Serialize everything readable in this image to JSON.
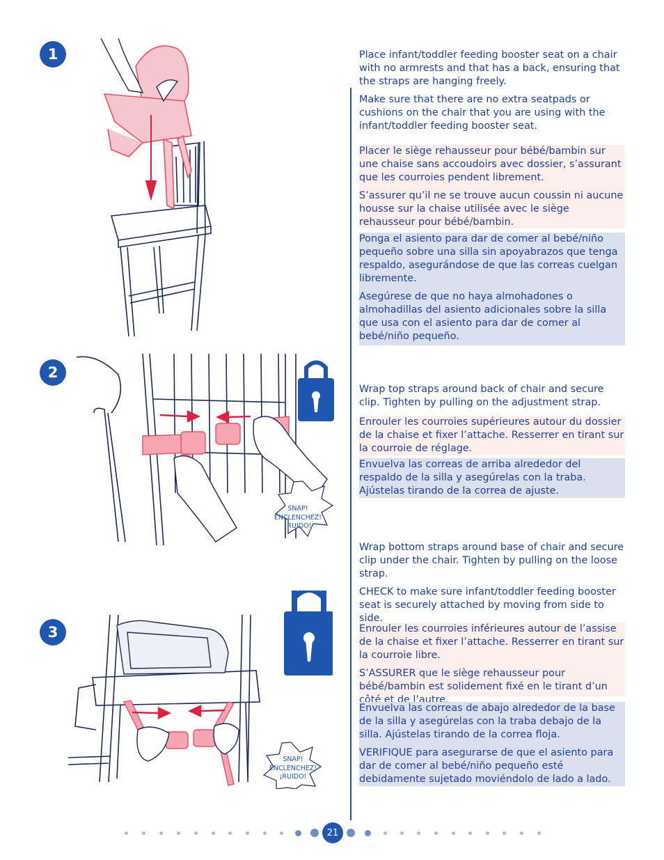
{
  "steps": [
    {
      "number": "1",
      "en": [
        "Place infant/toddler feeding booster seat on a chair with no armrests and that has a back, ensuring that the straps are hanging freely.",
        "Make sure that there are no extra seatpads or cushions on the chair that you are using with the infant/toddler feeding booster seat."
      ],
      "fr": [
        "Placer le siège rehausseur pour bébé/bambin sur une chaise sans accoudoirs avec dossier, s’assurant que les courroies pendent librement.",
        "S’assurer qu’il ne se trouve aucun coussin ni aucune housse sur la chaise utilisée avec le siège rehausseur pour bébé/bambin."
      ],
      "es": [
        "Ponga el asiento para dar de comer al bebé/niño pequeño sobre una silla sin apoyabrazos que tenga respaldo, asegurándose de que las correas cuelgan libremente.",
        "Asegúrese de que no haya almohadones o almohadillas del asiento adicionales sobre la silla que usa con el asiento para dar de comer al bebé/niño pequeño."
      ]
    },
    {
      "number": "2",
      "en": [
        "Wrap top straps around back of chair and secure clip. Tighten by pulling on the adjustment strap."
      ],
      "fr": [
        "Enrouler les courroies supérieures autour du dossier de la chaise et fixer l’attache. Resserrer en tirant sur la courroie de réglage."
      ],
      "es": [
        "Envuelva las correas de arriba alrededor del respaldo de la silla y asegúrelas con la traba. Ajústelas tirando de la correa de ajuste."
      ],
      "snap": [
        "SNAP!",
        "ENCLENCHEZ!",
        "¡RUIDO!"
      ]
    },
    {
      "number": "3",
      "en": [
        "Wrap bottom straps around base of chair and secure clip under the chair.  Tighten by pulling on the loose strap.",
        "CHECK to make sure infant/toddler feeding booster seat is securely attached by moving from side to side."
      ],
      "fr": [
        "Enrouler les courroies inférieures autour de l’assise de la chaise et fixer l’attache. Resserrer en tirant sur la courroie libre.",
        "S’ASSURER que le siège rehausseur pour bébé/bambin est solidement fixé en le tirant d’un côté et de l’autre."
      ],
      "es": [
        "Envuelva las correas de abajo alrededor de la base de la silla y asegúrelas con la traba debajo de la silla. Ajústelas tirando de la correa floja.",
        "VERIFIQUE para asegurarse de que el asiento para dar de comer al bebé/niño pequeño esté debidamente sujetado moviéndolo de lado a lado."
      ],
      "snap": [
        "SNAP!",
        "ENCLENCHEZ!",
        "¡RUIDO!"
      ]
    }
  ],
  "page_number": "21",
  "colors": {
    "accent": "#1e56b0",
    "strap": "#e8506a",
    "fr_bg": "#fdf0ec",
    "es_bg": "#dbe0ef"
  },
  "icons": [
    "padlock-icon",
    "snap-burst-icon"
  ]
}
